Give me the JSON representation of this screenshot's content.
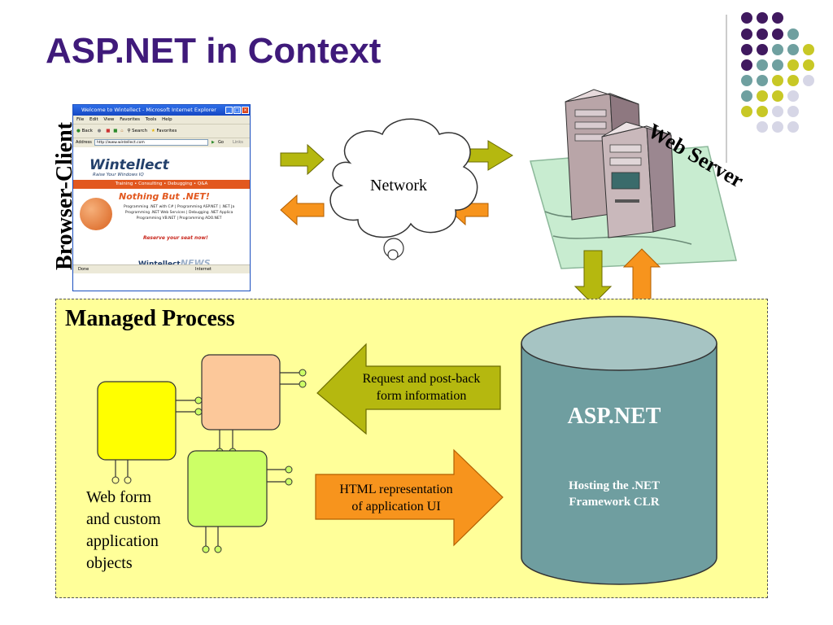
{
  "title": "ASP.NET in Context",
  "browser": {
    "label": "Browser-Client",
    "window_title": "Welcome to Wintellect - Microsoft Internet Explorer",
    "menu": [
      "File",
      "Edit",
      "View",
      "Favorites",
      "Tools",
      "Help"
    ],
    "toolbar": {
      "back": "Back",
      "search": "Search",
      "favorites": "Favorites"
    },
    "address_label": "Address",
    "address_url": "http://www.wintellect.com",
    "go_label": "Go",
    "links_label": "Links",
    "logo": "Wintellect",
    "tagline": "Raise Your Windows IQ",
    "nav": "Training  •  Consulting  •  Debugging  •  Q&A",
    "headline": "Nothing But .NET!",
    "promo_lines": [
      "Programming .NET with C#  |  Programming ASP.NET  |  .NET Ja",
      "Programming .NET Web Services  |  Debugging .NET Applica",
      "Programming VB.NET  |  Programming ADO.NET"
    ],
    "reserve": "Reserve your seat now!",
    "news": "Wintellect",
    "news_word": "NEWS",
    "status_left": "Done",
    "status_right": "Internet"
  },
  "network_label": "Network",
  "web_server_label": "Web Server",
  "managed_process": {
    "title": "Managed Process",
    "objects_caption": [
      "Web form",
      "and custom",
      "application",
      "objects"
    ],
    "request_arrow": [
      "Request and post-back",
      "form information"
    ],
    "response_arrow": [
      "HTML representation",
      "of application UI"
    ]
  },
  "aspnet": {
    "title": "ASP.NET",
    "subtitle": [
      "Hosting the .NET",
      "Framework CLR"
    ]
  },
  "colors": {
    "title": "#3f1a7a",
    "arrow_olive": "#b5b80f",
    "arrow_orange": "#f7941d",
    "managed_bg": "#ffff99",
    "cylinder": "#6f9ea0",
    "box_yellow": "#ffff00",
    "box_peach": "#fcc89a",
    "box_green": "#ccff66",
    "dot_purple": "#40195f",
    "dot_teal": "#6fa0a0",
    "dot_yellow": "#c8c826",
    "dot_lavender": "#d6d6e6"
  }
}
